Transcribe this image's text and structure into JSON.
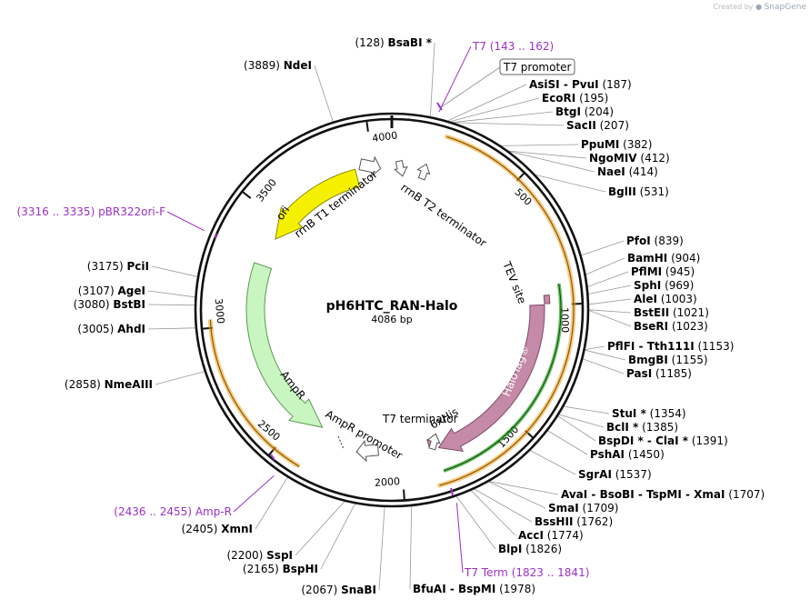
{
  "credit": {
    "prefix": "Created by",
    "brand": "SnapGene"
  },
  "plasmid": {
    "name": "pH6HTC_RAN-Halo",
    "size": "4086 bp",
    "length": 4086
  },
  "colors": {
    "primer": "#9b30c8",
    "backbone": "#111111",
    "orf": "#f0a020",
    "halotag": "#c48aa8",
    "green": "#2aa020",
    "ampr": "#c8f5c0",
    "ori": "#f5f000"
  },
  "ticks": [
    {
      "value": 500,
      "label": "500"
    },
    {
      "value": 1000,
      "label": "1000"
    },
    {
      "value": 1500,
      "label": "1500"
    },
    {
      "value": 2000,
      "label": "2000"
    },
    {
      "value": 2500,
      "label": "2500"
    },
    {
      "value": 3000,
      "label": "3000"
    },
    {
      "value": 3500,
      "label": "3500"
    },
    {
      "value": 4000,
      "label": "4000"
    }
  ],
  "sites": [
    {
      "bp": 128,
      "name": "BsaBI *",
      "pos": "(128)",
      "side": "L"
    },
    {
      "bp": 187,
      "name": "AsiSI  - PvuI",
      "pos": "(187)",
      "side": "R"
    },
    {
      "bp": 195,
      "name": "EcoRI",
      "pos": "(195)",
      "side": "R"
    },
    {
      "bp": 204,
      "name": "BtgI",
      "pos": "(204)",
      "side": "R"
    },
    {
      "bp": 207,
      "name": "SacII",
      "pos": "(207)",
      "side": "R"
    },
    {
      "bp": 382,
      "name": "PpuMI",
      "pos": "(382)",
      "side": "R"
    },
    {
      "bp": 412,
      "name": "NgoMIV",
      "pos": "(412)",
      "side": "R"
    },
    {
      "bp": 414,
      "name": "NaeI",
      "pos": "(414)",
      "side": "R"
    },
    {
      "bp": 531,
      "name": "BglII",
      "pos": "(531)",
      "side": "R"
    },
    {
      "bp": 839,
      "name": "PfoI",
      "pos": "(839)",
      "side": "R"
    },
    {
      "bp": 904,
      "name": "BamHI",
      "pos": "(904)",
      "side": "R"
    },
    {
      "bp": 945,
      "name": "PflMI",
      "pos": "(945)",
      "side": "R"
    },
    {
      "bp": 969,
      "name": "SphI",
      "pos": "(969)",
      "side": "R"
    },
    {
      "bp": 1003,
      "name": "AleI",
      "pos": "(1003)",
      "side": "R"
    },
    {
      "bp": 1021,
      "name": "BstEII",
      "pos": "(1021)",
      "side": "R"
    },
    {
      "bp": 1023,
      "name": "BseRI",
      "pos": "(1023)",
      "side": "R"
    },
    {
      "bp": 1153,
      "name": "PflFI  - Tth111I",
      "pos": "(1153)",
      "side": "R"
    },
    {
      "bp": 1155,
      "name": "BmgBI",
      "pos": "(1155)",
      "side": "R"
    },
    {
      "bp": 1185,
      "name": "PasI",
      "pos": "(1185)",
      "side": "R"
    },
    {
      "bp": 1354,
      "name": "StuI *",
      "pos": "(1354)",
      "side": "R"
    },
    {
      "bp": 1385,
      "name": "BclI *",
      "pos": "(1385)",
      "side": "R"
    },
    {
      "bp": 1391,
      "name": "BspDI *  - ClaI *",
      "pos": "(1391)",
      "side": "R"
    },
    {
      "bp": 1450,
      "name": "PshAI",
      "pos": "(1450)",
      "side": "R"
    },
    {
      "bp": 1537,
      "name": "SgrAI",
      "pos": "(1537)",
      "side": "R"
    },
    {
      "bp": 1707,
      "name": "AvaI  - BsoBI  - TspMI  - XmaI",
      "pos": "(1707)",
      "side": "R"
    },
    {
      "bp": 1709,
      "name": "SmaI",
      "pos": "(1709)",
      "side": "R"
    },
    {
      "bp": 1762,
      "name": "BssHII",
      "pos": "(1762)",
      "side": "R"
    },
    {
      "bp": 1774,
      "name": "AccI",
      "pos": "(1774)",
      "side": "R"
    },
    {
      "bp": 1826,
      "name": "BlpI",
      "pos": "(1826)",
      "side": "R"
    },
    {
      "bp": 1978,
      "name": "BfuAI  - BspMI",
      "pos": "(1978)",
      "side": "R"
    },
    {
      "bp": 2067,
      "name": "SnaBI",
      "pos": "(2067)",
      "side": "L"
    },
    {
      "bp": 2165,
      "name": "BspHI",
      "pos": "(2165)",
      "side": "L"
    },
    {
      "bp": 2200,
      "name": "SspI",
      "pos": "(2200)",
      "side": "L"
    },
    {
      "bp": 2405,
      "name": "XmnI",
      "pos": "(2405)",
      "side": "L"
    },
    {
      "bp": 2858,
      "name": "NmeAIII",
      "pos": "(2858)",
      "side": "L"
    },
    {
      "bp": 3005,
      "name": "AhdI",
      "pos": "(3005)",
      "side": "L"
    },
    {
      "bp": 3080,
      "name": "BstBI",
      "pos": "(3080)",
      "side": "L"
    },
    {
      "bp": 3107,
      "name": "AgeI",
      "pos": "(3107)",
      "side": "L"
    },
    {
      "bp": 3175,
      "name": "PciI",
      "pos": "(3175)",
      "side": "L"
    },
    {
      "bp": 3889,
      "name": "NdeI",
      "pos": "(3889)",
      "side": "L"
    }
  ],
  "primers": [
    {
      "name": "T7",
      "range": "(143 .. 162)",
      "bp": 152,
      "side": "R"
    },
    {
      "name": "T7 Term",
      "range": "(1823 .. 1841)",
      "bp": 1832,
      "side": "R"
    },
    {
      "name": "Amp-R",
      "range": "(2436 .. 2455)",
      "bp": 2445,
      "side": "L"
    },
    {
      "name": "pBR322ori-F",
      "range": "(3316 .. 3335)",
      "bp": 3325,
      "side": "L"
    }
  ],
  "features": [
    {
      "name": "T7 promoter",
      "type": "boxed"
    },
    {
      "name": "rrnB T1 terminator",
      "type": "terminator"
    },
    {
      "name": "rrnB T2 terminator",
      "type": "terminator"
    },
    {
      "name": "TEV site",
      "type": "label"
    },
    {
      "name": "HaloTag®",
      "type": "orf"
    },
    {
      "name": "6xHis",
      "type": "label"
    },
    {
      "name": "T7 terminator",
      "type": "terminator"
    },
    {
      "name": "AmpR promoter",
      "type": "promoter"
    },
    {
      "name": "AmpR",
      "type": "orf"
    },
    {
      "name": "ori",
      "type": "origin"
    }
  ]
}
